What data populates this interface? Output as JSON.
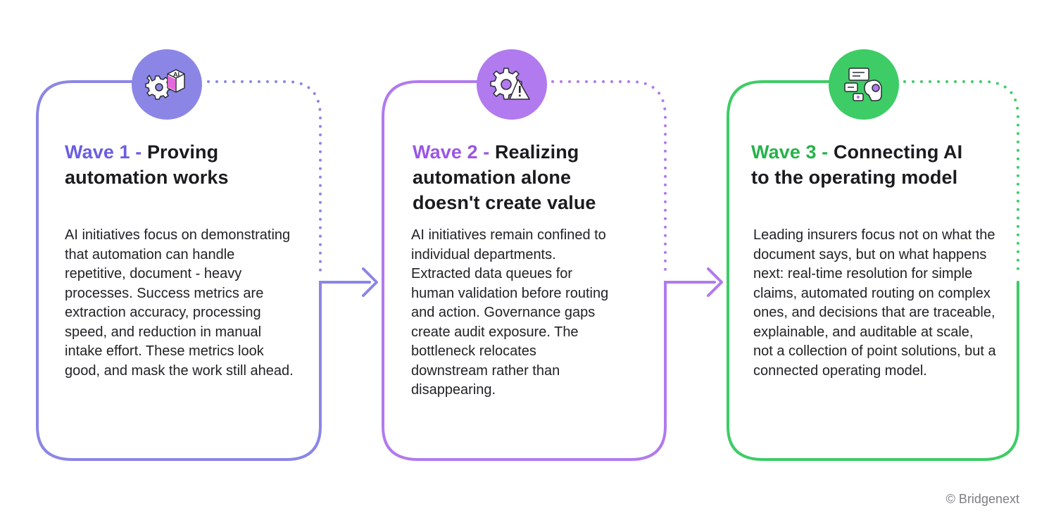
{
  "waves": [
    {
      "label": "Wave 1 -",
      "title": "Proving automation works",
      "description": "AI initiatives focus on demonstrating that automation can handle repetitive, document - heavy processes. Success metrics are extraction accuracy, processing speed, and reduction in manual intake effort. These metrics look good, and mask the work still ahead.",
      "color": "#8b86e6",
      "label_color": "#6a5ee0",
      "icon": "gear-ai-cube-icon"
    },
    {
      "label": "Wave 2 -",
      "title": "Realizing automation alone doesn't create value",
      "description": "AI initiatives remain confined to individual departments. Extracted data queues for human validation before routing and action. Governance gaps create audit exposure. The bottleneck relocates downstream rather than disappearing.",
      "color": "#b17aee",
      "label_color": "#9b55e6",
      "icon": "gear-warning-icon"
    },
    {
      "label": "Wave 3 -",
      "title": "Connecting AI to the operating model",
      "description": "Leading insurers focus not on what the document says, but on what happens next: real-time resolution for simple claims, automated routing on complex ones, and decisions that are traceable, explainable, and auditable at scale, not a collection of point solutions, but a connected operating model.",
      "color": "#3ecc66",
      "label_color": "#25b34a",
      "icon": "ai-robot-screens-icon"
    }
  ],
  "copyright": "© Bridgenext"
}
